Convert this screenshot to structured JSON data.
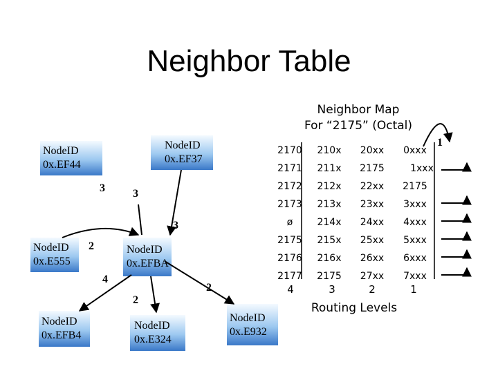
{
  "title": "Neighbor Table",
  "map_caption": {
    "line1": "Neighbor Map",
    "line2": "For “2175” (Octal)"
  },
  "routing_levels_label": "Routing Levels",
  "level_numbers": [
    "4",
    "3",
    "2",
    "1"
  ],
  "corner_label": "1",
  "table_rows": [
    [
      "2170",
      "210x",
      "20xx",
      "0xxx"
    ],
    [
      "2171",
      "211x",
      "2175",
      "1xxx"
    ],
    [
      "2172",
      "212x",
      "22xx",
      "2175"
    ],
    [
      "2173",
      "213x",
      "23xx",
      "3xxx"
    ],
    [
      "ø",
      "214x",
      "24xx",
      "4xxx"
    ],
    [
      "2175",
      "215x",
      "25xx",
      "5xxx"
    ],
    [
      "2176",
      "216x",
      "26xx",
      "6xxx"
    ],
    [
      "2177",
      "2175",
      "27xx",
      "7xxx"
    ]
  ],
  "nodes": [
    {
      "id": "ef44",
      "line1": "NodeID",
      "line2": "0x.EF44"
    },
    {
      "id": "ef37",
      "line1": "NodeID",
      "line2": "0x.EF37"
    },
    {
      "id": "e555",
      "line1": "NodeID",
      "line2": "0x.E555"
    },
    {
      "id": "efba",
      "line1": "NodeID",
      "line2": "0x.EFBA"
    },
    {
      "id": "efb4",
      "line1": "NodeID",
      "line2": "0x.EFB4"
    },
    {
      "id": "e324",
      "line1": "NodeID",
      "line2": "0x.E324"
    },
    {
      "id": "e932",
      "line1": "NodeID",
      "line2": "0x.E932"
    }
  ],
  "edge_labels": [
    "3",
    "3",
    "3",
    "2",
    "4",
    "2",
    "2"
  ],
  "colors": {
    "node_fill_light": "#e8f4ff",
    "node_fill_dark": "#3a78c8",
    "edge": "#000000"
  }
}
